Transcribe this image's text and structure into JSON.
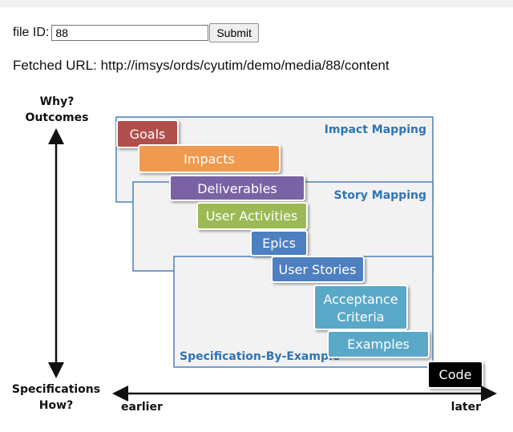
{
  "form": {
    "label": "file ID:",
    "input_value": "88",
    "submit_label": "Submit"
  },
  "fetched_url_text": "Fetched URL: http://imsys/ords/cyutim/demo/media/88/content",
  "diagram": {
    "y_top": [
      "Why?",
      "Outcomes"
    ],
    "y_bottom": [
      "Specifications",
      "How?"
    ],
    "x_left": "earlier",
    "x_right": "later",
    "regions": {
      "impact": "Impact Mapping",
      "story": "Story Mapping",
      "spec": "Specification-By-Example"
    },
    "boxes": {
      "goals": {
        "label": "Goals",
        "color": "#b14f4b"
      },
      "impacts": {
        "label": "Impacts",
        "color": "#ef9a50"
      },
      "deliverables": {
        "label": "Deliverables",
        "color": "#7a62a4"
      },
      "activities": {
        "label": "User Activities",
        "color": "#9bba57"
      },
      "epics": {
        "label": "Epics",
        "color": "#4e7fc1"
      },
      "stories": {
        "label": "User Stories",
        "color": "#4e7fc1"
      },
      "acceptance": {
        "label1": "Acceptance",
        "label2": "Criteria",
        "color": "#5aa8c8"
      },
      "examples": {
        "label": "Examples",
        "color": "#5aa8c8"
      },
      "code": {
        "label": "Code",
        "color": "#000000"
      }
    },
    "colors": {
      "region_border": "#4f7fb9",
      "region_fill": "#f2f2f2",
      "region_label": "#2e74b5"
    }
  }
}
